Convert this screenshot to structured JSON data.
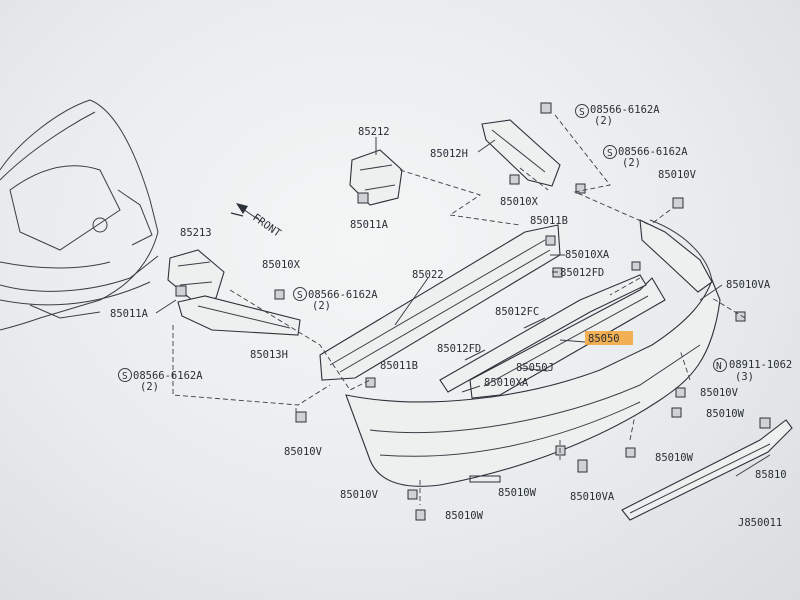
{
  "labels": {
    "p85212": "85212",
    "p85012h": "85012H",
    "p85011a_top": "85011A",
    "p85010x_top": "85010X",
    "p85011b": "85011B",
    "p85010xa_top": "85010XA",
    "p85012fd_top": "85012FD",
    "p85010v_top": "85010V",
    "p85213": "85213",
    "p85010x_left": "85010X",
    "p85011a_left": "85011A",
    "p85013h": "85013H",
    "p85022": "85022",
    "p85012fc": "85012FC",
    "p85050": "85050",
    "p85011b_mid": "85011B",
    "p85012fd_mid": "85012FD",
    "p85050j": "85050J",
    "p85010xa_mid": "85010XA",
    "p85010va_right": "85010VA",
    "p85010v_right": "85010V",
    "p85010w_right": "85010W",
    "p85010w_mid": "85010W",
    "p85810": "85810",
    "p85010v_left": "85010V",
    "p85010v_bottom": "85010V",
    "p85010w_bottom": "85010W",
    "p85010w_center": "85010W",
    "p85010va_bottom": "85010VA",
    "bolt_top": "08566-6162A",
    "bolt_top_qty": "(2)",
    "bolt_right": "08566-6162A",
    "bolt_right_qty": "(2)",
    "bolt_mid": "08566-6162A",
    "bolt_mid_qty": "(2)",
    "bolt_left": "08566-6162A",
    "bolt_left_qty": "(2)",
    "nut_right": "08911-1062",
    "nut_right_qty": "(3)",
    "symbol_s": "S",
    "symbol_n": "N",
    "front": "FRONT",
    "figure_code": "J850011"
  },
  "highlight": {
    "part": "85050",
    "color": "#f3a53a"
  }
}
